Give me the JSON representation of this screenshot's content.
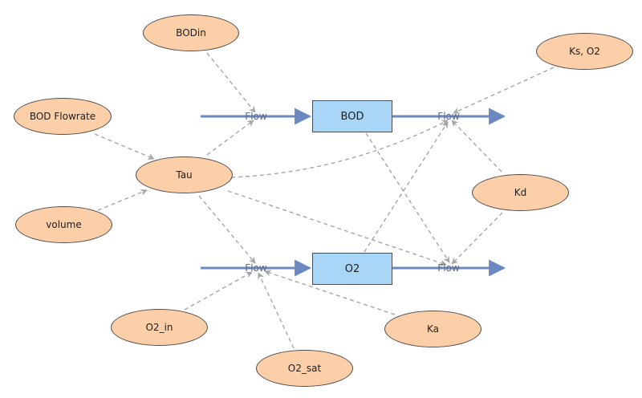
{
  "colors": {
    "variable_fill": "#fccfa8",
    "stock_fill": "#a9d6f7",
    "flow_line": "#6b88c0",
    "link_line": "#a6a6a6"
  },
  "stocks": {
    "bod": "BOD",
    "o2": "O2"
  },
  "flows": {
    "bod_in": "Flow",
    "bod_out": "Flow",
    "o2_in": "Flow",
    "o2_out": "Flow"
  },
  "variables": {
    "bodin": "BODin",
    "bod_flowrate": "BOD Flowrate",
    "tau": "Tau",
    "volume": "volume",
    "ks_o2": "Ks, O2",
    "kd": "Kd",
    "o2_in": "O2_in",
    "o2_sat": "O2_sat",
    "ka": "Ka"
  }
}
